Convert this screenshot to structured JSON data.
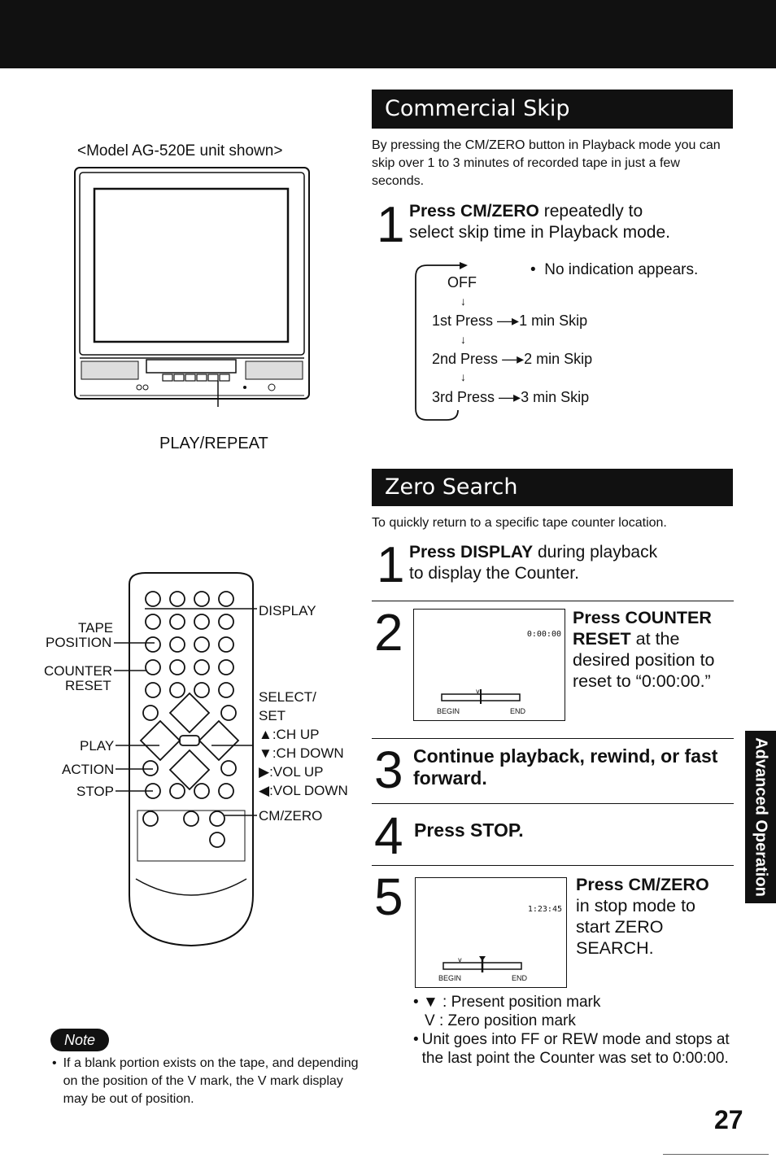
{
  "page_number": "27",
  "side_tab": "Advanced Operation",
  "left": {
    "model_caption": "<Model AG-520E unit shown>",
    "play_repeat_label": "PLAY/REPEAT",
    "remote_labels": {
      "tape_position": [
        "TAPE",
        "POSITION"
      ],
      "counter_reset": [
        "COUNTER",
        "RESET"
      ],
      "play": "PLAY",
      "action": "ACTION",
      "stop": "STOP",
      "display": "DISPLAY",
      "select_set": [
        "SELECT/",
        "SET",
        "▲:CH UP",
        "▼:CH DOWN",
        "▶:VOL UP",
        "◀:VOL DOWN"
      ],
      "cm_zero": "CM/ZERO"
    },
    "note_badge": "Note",
    "note_text": "If a blank portion exists on the tape, and depending on the position of the V mark, the V mark display may be out of position."
  },
  "commercial_skip": {
    "title": "Commercial Skip",
    "intro": "By pressing the CM/ZERO button in Playback mode you can skip over 1 to 3 minutes of recorded tape in just a few seconds.",
    "step1_num": "1",
    "step1_bold": "Press CM/ZERO",
    "step1_rest": " repeatedly to",
    "step1_line2": "select skip time in Playback mode.",
    "bullet": "No indication appears.",
    "sequence": {
      "off": "OFF",
      "rows": [
        {
          "press": "1st Press",
          "result": "1 min Skip"
        },
        {
          "press": "2nd Press",
          "result": "2 min Skip"
        },
        {
          "press": "3rd Press",
          "result": "3 min Skip"
        }
      ]
    }
  },
  "zero_search": {
    "title": "Zero Search",
    "intro": "To quickly return to a specific tape counter location.",
    "steps": [
      {
        "num": "1",
        "bold": "Press DISPLAY",
        "rest": " during playback",
        "line2": "to display the Counter."
      },
      {
        "num": "2",
        "bold1": "Press COUNTER",
        "bold2": "RESET",
        "rest": " at the",
        "lines": [
          "desired position to",
          "reset to “0:00:00.”"
        ]
      },
      {
        "num": "3",
        "bold": "Continue playback, rewind, or fast forward."
      },
      {
        "num": "4",
        "bold": "Press STOP."
      },
      {
        "num": "5",
        "bold": "Press CM/ZERO",
        "lines": [
          "in stop mode to",
          "start ZERO",
          "SEARCH."
        ]
      }
    ],
    "screen2": {
      "counter": "0:00:00",
      "begin": "BEGIN",
      "end": "END"
    },
    "screen5": {
      "counter": "1:23:45",
      "begin": "BEGIN",
      "end": "END"
    },
    "marks": [
      {
        "symbol": "▼",
        "text": ": Present position mark"
      },
      {
        "symbol": "V",
        "text": ": Zero position mark"
      }
    ],
    "final_note": "Unit goes into FF or REW mode and stops at the last point the Counter was set to 0:00:00."
  }
}
